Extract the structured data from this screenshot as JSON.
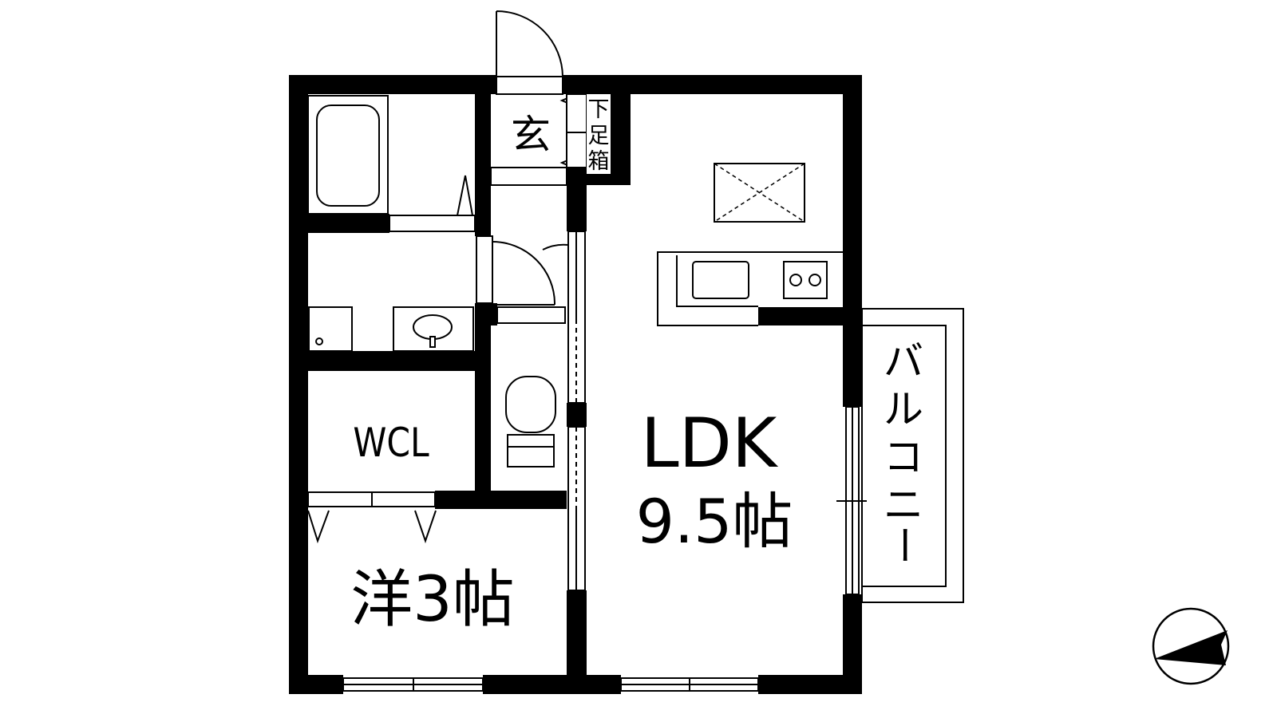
{
  "floorplan": {
    "rooms": {
      "ldk_name": "LDK",
      "ldk_size": "9.5帖",
      "western_room": "洋3帖",
      "walk_in_closet": "WCL",
      "entrance": "玄",
      "shoe_cabinet": [
        "下",
        "足",
        "箱"
      ],
      "balcony": [
        "バ",
        "ル",
        "コ",
        "ニ",
        "ー"
      ]
    },
    "colors": {
      "wall": "#000000",
      "background": "#ffffff"
    },
    "compass_icon": "north-arrow-left"
  }
}
